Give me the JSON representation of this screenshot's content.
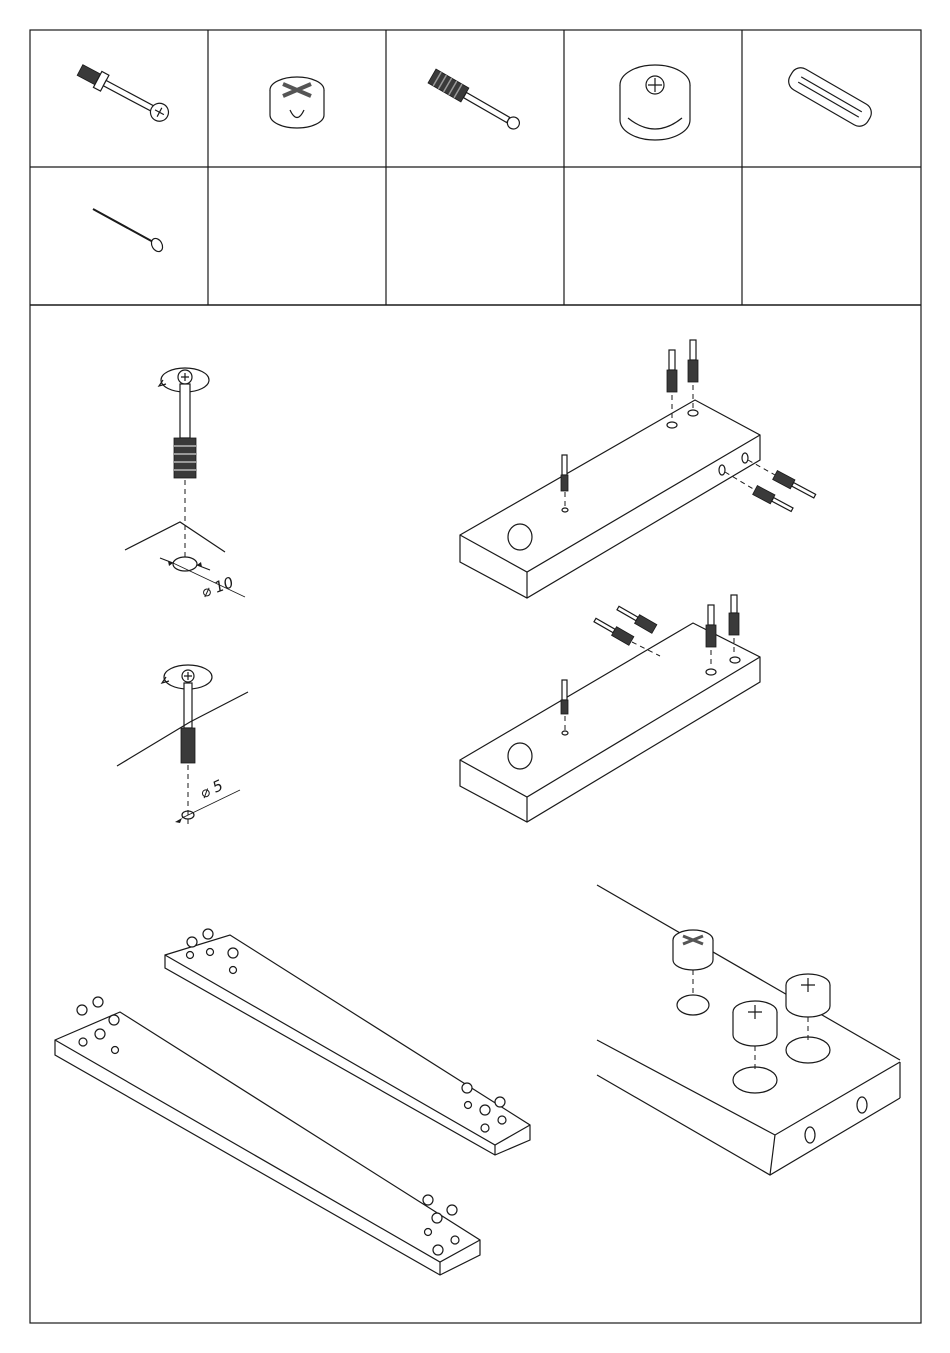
{
  "parts_grid": {
    "rows": 2,
    "columns": 5,
    "cells": [
      {
        "icon": "cam-bolt-icon"
      },
      {
        "icon": "cam-lock-nut-icon"
      },
      {
        "icon": "dowel-bolt-icon"
      },
      {
        "icon": "cam-lock-nut-large-icon"
      },
      {
        "icon": "connector-plate-icon"
      },
      {
        "icon": "nail-icon"
      },
      {
        "icon": ""
      },
      {
        "icon": ""
      },
      {
        "icon": ""
      },
      {
        "icon": ""
      }
    ]
  },
  "steps": {
    "bolt_install_large": {
      "hole_label": "⌀ 10"
    },
    "bolt_install_small": {
      "hole_label": "⌀ 5"
    }
  },
  "colors": {
    "line": "#1a1a1a",
    "background": "#ffffff",
    "shade": "#bdbdbd"
  }
}
